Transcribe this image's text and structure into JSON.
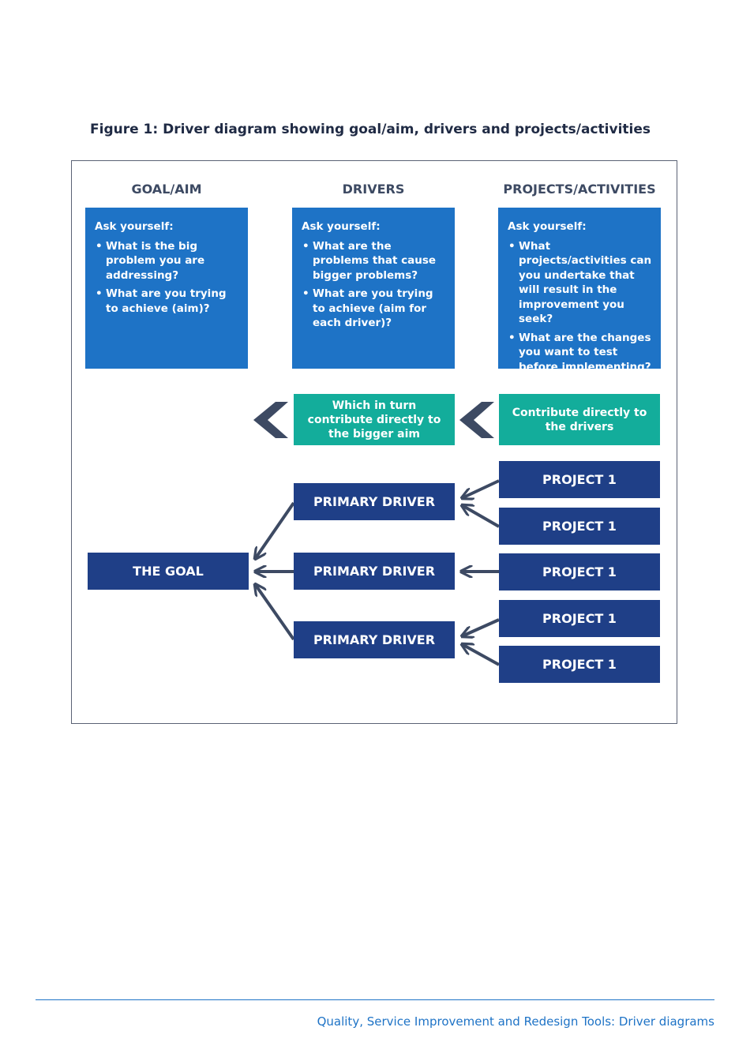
{
  "figure_title": "Figure 1: Driver diagram showing goal/aim, drivers and projects/activities",
  "columns": [
    {
      "heading": "GOAL/AIM",
      "ask_title": "Ask yourself:",
      "questions": [
        "What is the big problem you are addressing?",
        "What are you trying to achieve (aim)?"
      ]
    },
    {
      "heading": "DRIVERS",
      "ask_title": "Ask yourself:",
      "questions": [
        "What are the problems that cause bigger problems?",
        "What are you trying to achieve (aim for each driver)?"
      ]
    },
    {
      "heading": "PROJECTS/ACTIVITIES",
      "ask_title": "Ask yourself:",
      "questions": [
        "What projects/activities can you undertake that will result in the improvement you seek?",
        "What are the changes you want to test before implementing?"
      ]
    }
  ],
  "contribution_notes": {
    "drivers": "Which in turn contribute directly to the bigger aim",
    "projects": "Contribute directly to the drivers"
  },
  "goal_label": "THE GOAL",
  "primary_drivers": [
    "PRIMARY DRIVER",
    "PRIMARY DRIVER",
    "PRIMARY DRIVER"
  ],
  "projects": [
    "PROJECT 1",
    "PROJECT 1",
    "PROJECT 1",
    "PROJECT 1",
    "PROJECT 1"
  ],
  "footer": "Quality, Service Improvement and Redesign Tools: Driver diagrams",
  "colors": {
    "ask_box": "#1e73c6",
    "teal_box": "#13ad9b",
    "navy_box": "#1f3f87",
    "arrow": "#3d4a63"
  }
}
